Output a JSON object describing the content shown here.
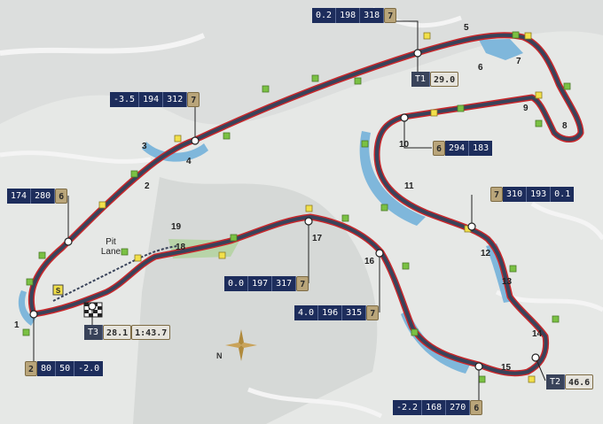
{
  "colors": {
    "background": "#dcdedd",
    "terrain": "#e8eae8",
    "road": "#ffffff",
    "track": "#39435a",
    "runoff": "#7fb7db",
    "kerb_red": "#c8272b",
    "grass": "#b8d4a8",
    "marker_green": "#7ac143",
    "marker_yellow": "#f2e04a",
    "callout_bg": "#1d2d5c",
    "gear_bg": "#b9a57a"
  },
  "turn_numbers": [
    "1",
    "2",
    "3",
    "4",
    "5",
    "6",
    "7",
    "8",
    "9",
    "10",
    "11",
    "12",
    "13",
    "14",
    "15",
    "16",
    "17",
    "18",
    "19"
  ],
  "pit_lane_label": "Pit Lane",
  "sector_s_label": "S",
  "compass_label": "N",
  "callouts": [
    {
      "id": "turn5-callout",
      "values": [
        "0.2",
        "198",
        "318"
      ],
      "gear": "7",
      "gear_position": "right"
    },
    {
      "id": "turn4-callout",
      "values": [
        "-3.5",
        "194",
        "312"
      ],
      "gear": "7",
      "gear_position": "right"
    },
    {
      "id": "turn10-callout",
      "values": [
        "294",
        "183"
      ],
      "gear": "6",
      "gear_position": "left"
    },
    {
      "id": "turn2-callout",
      "values": [
        "174",
        "280"
      ],
      "gear": "6",
      "gear_position": "right"
    },
    {
      "id": "turn12-callout",
      "values": [
        "310",
        "193",
        "0.1"
      ],
      "gear": "7",
      "gear_position": "left"
    },
    {
      "id": "turn17-callout",
      "values": [
        "0.0",
        "197",
        "317"
      ],
      "gear": "7",
      "gear_position": "right"
    },
    {
      "id": "turn16-callout",
      "values": [
        "4.0",
        "196",
        "315"
      ],
      "gear": "7",
      "gear_position": "right"
    },
    {
      "id": "turn1-callout",
      "values": [
        "80",
        "50",
        "-2.0"
      ],
      "gear": "2",
      "gear_position": "left"
    },
    {
      "id": "turn15-callout",
      "values": [
        "-2.2",
        "168",
        "270"
      ],
      "gear": "6",
      "gear_position": "right"
    }
  ],
  "sector_times": [
    {
      "id": "t1-time",
      "label": "T1",
      "values": [
        "29.0"
      ]
    },
    {
      "id": "t2-time",
      "label": "T2",
      "values": [
        "46.6"
      ]
    },
    {
      "id": "t3-time",
      "label": "T3",
      "values": [
        "28.1",
        "1:43.7"
      ]
    }
  ]
}
